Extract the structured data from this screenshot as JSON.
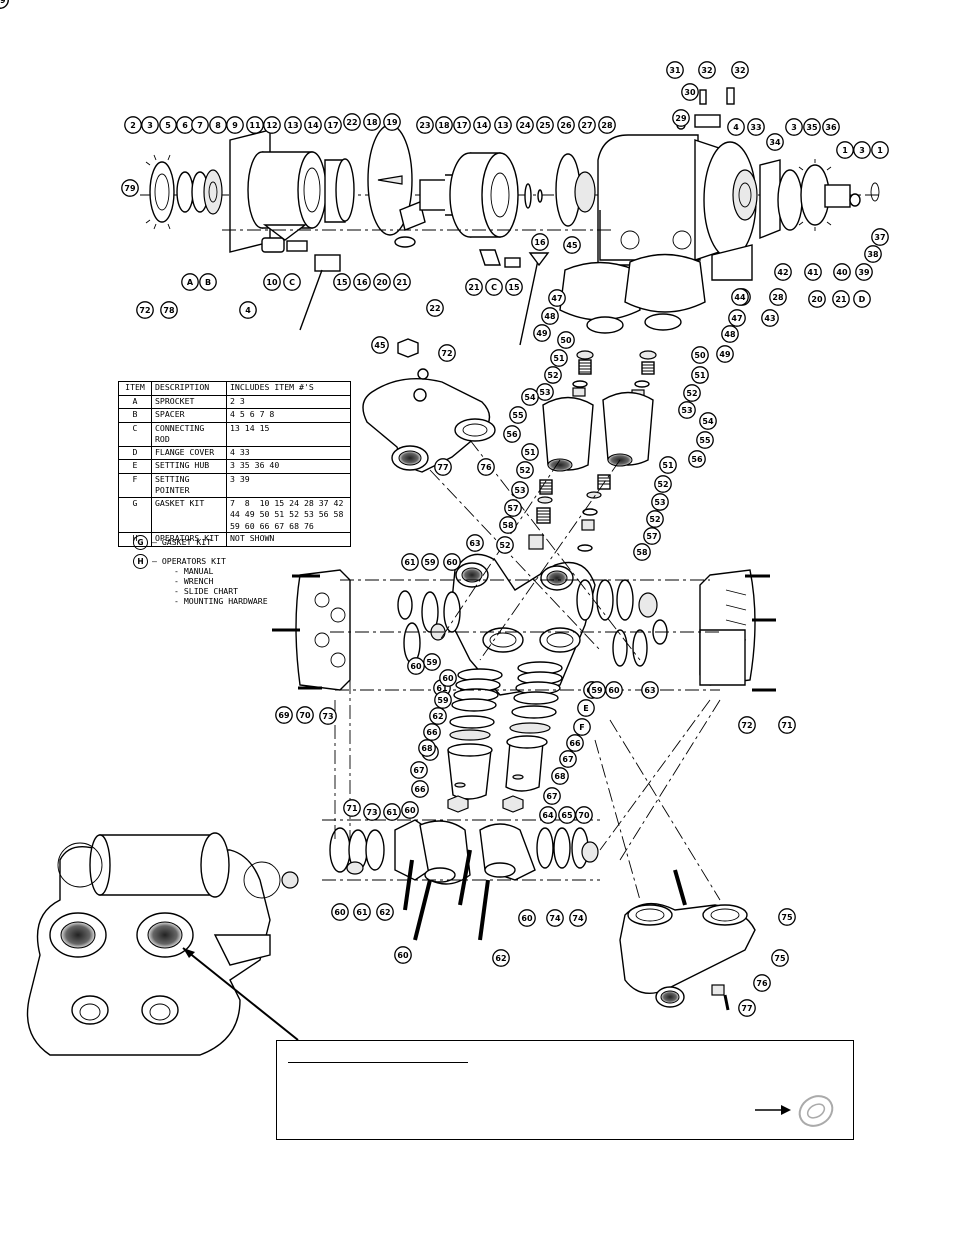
{
  "labels": [
    "79",
    "2",
    "3",
    "5",
    "6",
    "7",
    "8",
    "9",
    "11",
    "12",
    "13",
    "14",
    "17",
    "22",
    "18",
    "19",
    "23",
    "18",
    "17",
    "14",
    "13",
    "24",
    "25",
    "26",
    "27",
    "28",
    "31",
    "32",
    "32",
    "30",
    "29",
    "4",
    "33",
    "34",
    "3",
    "35",
    "36",
    "1",
    "3",
    "1",
    "37",
    "38",
    "39",
    "40",
    "41",
    "42",
    "43",
    "28",
    "44",
    "44",
    "45",
    "47",
    "47",
    "48",
    "48",
    "49",
    "49",
    "50",
    "50",
    "51",
    "51",
    "52",
    "52",
    "53",
    "53",
    "54",
    "54",
    "55",
    "55",
    "56",
    "56",
    "51",
    "52",
    "53",
    "57",
    "58",
    "52",
    "51",
    "52",
    "53",
    "52",
    "57",
    "58",
    "45",
    "72",
    "77",
    "76",
    "63",
    "61",
    "59",
    "60",
    "59",
    "60",
    "61",
    "62",
    "60",
    "59",
    "63",
    "60",
    "59",
    "62",
    "66",
    "67",
    "68",
    "67",
    "66",
    "69",
    "70",
    "73",
    "72",
    "71",
    "71",
    "73",
    "61",
    "60",
    "64",
    "65",
    "70",
    "60",
    "61",
    "62",
    "60",
    "74",
    "74",
    "60",
    "62",
    "75",
    "75",
    "76",
    "77",
    "72",
    "78",
    "A",
    "B",
    "4",
    "10",
    "C",
    "15",
    "16",
    "20",
    "21",
    "22",
    "21",
    "C",
    "15",
    "16",
    "20",
    "21",
    "D",
    "E",
    "F",
    "66",
    "67",
    "68",
    "67",
    "66",
    "69"
  ],
  "table": {
    "header": [
      "ITEM",
      "DESCRIPTION",
      "INCLUDES ITEM #'S"
    ],
    "rows": [
      [
        "A",
        "SPROCKET",
        "2 3"
      ],
      [
        "B",
        "SPACER",
        "4 5 6 7 8"
      ],
      [
        "C",
        "CONNECTING ROD",
        "13 14 15"
      ],
      [
        "D",
        "FLANGE COVER",
        "4 33"
      ],
      [
        "E",
        "SETTING HUB",
        "3 35 36 40"
      ],
      [
        "F",
        "SETTING POINTER",
        "3 39"
      ],
      [
        "G",
        "GASKET KIT",
        "7  8  10 15 24 28 37 42\n44 49 50 51 52 53 56 58\n59 60 66 67 68 76"
      ],
      [
        "H",
        "OPERATORS KIT",
        "NOT SHOWN"
      ]
    ]
  },
  "kits": {
    "g_letter": "G",
    "g_label": "GASKET KIT",
    "h_letter": "H",
    "h_label": "OPERATORS KIT",
    "h_items": [
      "- MANUAL",
      "- WRENCH",
      "- SLIDE CHART",
      "- MOUNTING HARDWARE"
    ]
  }
}
